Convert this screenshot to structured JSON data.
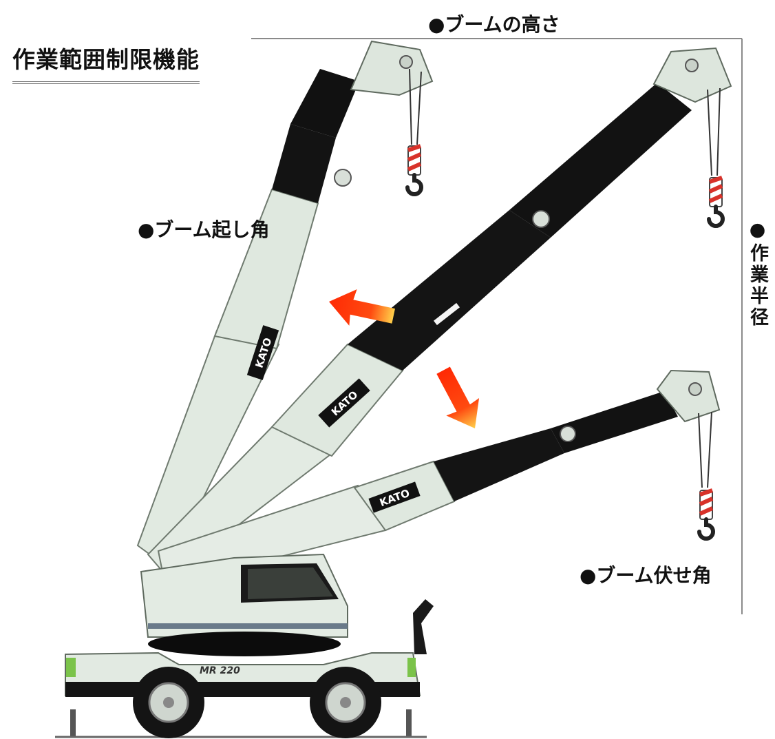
{
  "title": "作業範囲制限機能",
  "labels": {
    "boom_height": "●ブームの高さ",
    "boom_raise_angle": "●ブーム起し角",
    "boom_lower_angle": "●ブーム伏せ角",
    "work_radius": "●作業半径"
  },
  "boom_logo": "KATO",
  "model_name": "MR 220",
  "colors": {
    "boom_light": "#e3ebe3",
    "boom_dark": "#161616",
    "arrow": "#ff3a0a",
    "hook_stripe": "#d8322a",
    "guide_line": "#8a8a8a"
  }
}
